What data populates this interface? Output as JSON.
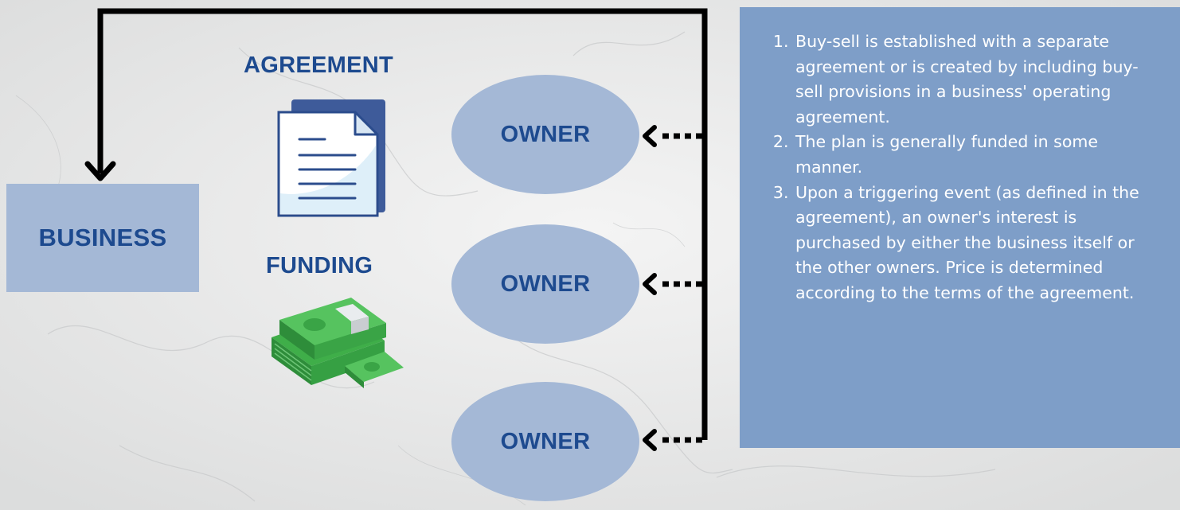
{
  "business_label": "BUSINESS",
  "agreement_label": "AGREEMENT",
  "funding_label": "FUNDING",
  "owners": [
    {
      "label": "OWNER"
    },
    {
      "label": "OWNER"
    },
    {
      "label": "OWNER"
    }
  ],
  "notes": [
    "Buy-sell is established with a separate agreement or is created by including buy-sell provisions in a business' operating agreement.",
    "The plan is generally funded in some manner.",
    "Upon a triggering event (as defined in the agreement), an owner's interest is purchased by either the business itself or the other owners. Price is determined according to the terms of the agreement."
  ],
  "icons": [
    "document-icon",
    "money-stack-icon"
  ],
  "colors": {
    "box_fill": "#a4b8d6",
    "notes_fill": "#7e9ec8",
    "label_text": "#1d4a8f",
    "arrow": "#000000"
  }
}
